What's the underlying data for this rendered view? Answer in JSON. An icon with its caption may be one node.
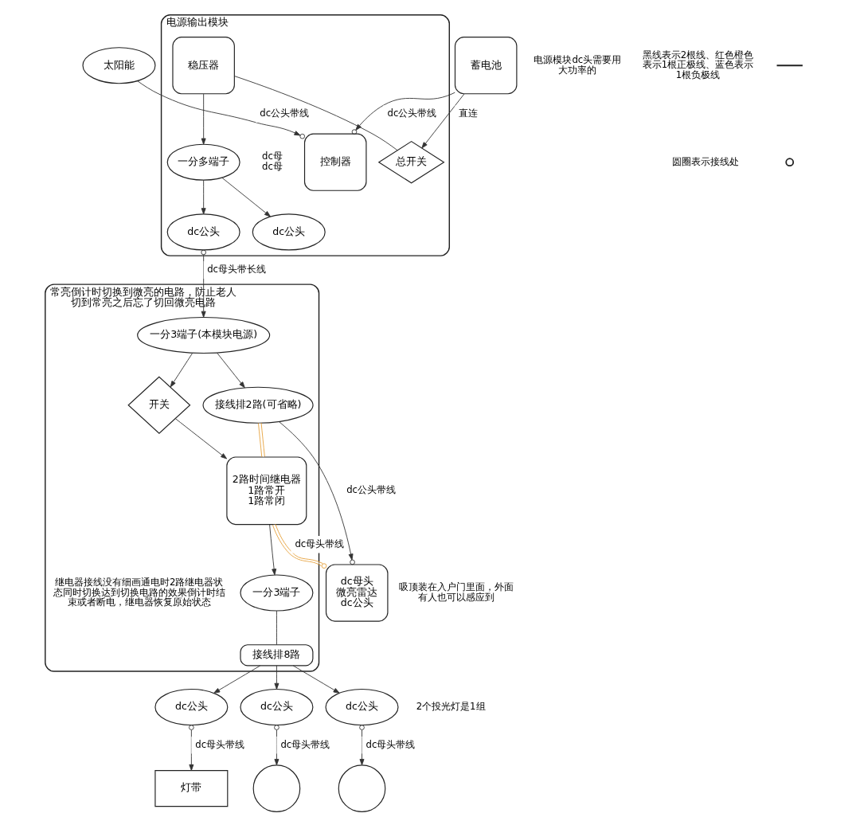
{
  "diagram": {
    "nodes": [
      {
        "text": [
          "太阳能"
        ]
      },
      {
        "text": [
          "电源输出模块"
        ]
      },
      {
        "text": [
          "控制器"
        ],
        "in": 1,
        "beside": [
          "dc母",
          "dc母"
        ]
      },
      {
        "text": [
          "稳压器"
        ],
        "in": 1
      },
      {
        "text": [
          "一分多端子"
        ],
        "in": 1
      },
      {
        "text": [
          "总开关"
        ],
        "in": 1
      },
      {
        "text": [
          "dc公头"
        ],
        "in": 1
      },
      {
        "text": [
          "dc公头"
        ],
        "in": 1
      },
      {
        "text": [
          "蓄电池"
        ]
      },
      {
        "text": [
          "常亮倒计时切换到微亮的电路，防止老人切到常亮之后忘了切回微亮电路",
          "继电器接线没有细画通电时2路继电器状态同时切换达到切换电路的效果倒计时结束或者断电，继电器恢复原始状态"
        ]
      },
      {
        "text": [
          "一分3端子(本模块电源)"
        ],
        "in": 9
      },
      {
        "text": [
          "接线排2路(可省略)"
        ],
        "in": 9
      },
      {
        "text": [
          "开关"
        ],
        "in": 9
      },
      {
        "text": [
          "2路时间继电器",
          "1路常开",
          "1路常闭"
        ],
        "in": 9
      },
      {
        "text": [
          "一分3端子"
        ],
        "in": 9
      },
      {
        "text": [
          "接线排8路"
        ],
        "in": 9
      },
      {
        "text": [
          "dc母头",
          "微亮雷达",
          "dc公头"
        ],
        "beside": [
          "吸顶装在入户门里面，外面有人也可以感应到"
        ]
      },
      {
        "text": [
          "dc公头"
        ]
      },
      {
        "text": [
          "dc公头"
        ]
      },
      {
        "text": [
          "dc公头"
        ]
      },
      {
        "text": [
          "灯带"
        ]
      },
      {
        "text": [],
        "shape": "circle"
      },
      {
        "text": [],
        "shape": "circle"
      }
    ],
    "edges": [
      {
        "from": 0,
        "to": 2,
        "arrow": "to",
        "label": "dc公头带线"
      },
      {
        "from": 3,
        "to": 4,
        "arrow": "to"
      },
      {
        "from": 4,
        "to": 6,
        "arrow": "to"
      },
      {
        "from": 4,
        "to": 7,
        "arrow": "to"
      },
      {
        "from": 8,
        "to": 2,
        "arrow": "to",
        "label": "dc公头带线"
      },
      {
        "from": 8,
        "to": 5,
        "arrow": "to",
        "label": "直连"
      },
      {
        "from": 5,
        "to": 3,
        "arrow": "none"
      },
      {
        "from": 6,
        "to": 10,
        "arrow": "to",
        "label": "dc母头带长线"
      },
      {
        "from": 10,
        "to": 11,
        "arrow": "to"
      },
      {
        "from": 10,
        "to": 12,
        "arrow": "to"
      },
      {
        "from": 12,
        "to": 13,
        "arrow": "to"
      },
      {
        "from": 11,
        "to": 13,
        "arrow": "none",
        "color": "#e6a23c"
      },
      {
        "from": 11,
        "to": 16,
        "arrow": "to",
        "label": "dc公头带线"
      },
      {
        "from": 13,
        "to": 16,
        "arrow": "other",
        "label": "dc母头带线",
        "color": "#e6a23c"
      },
      {
        "from": 13,
        "to": 14,
        "arrow": "to"
      },
      {
        "from": 14,
        "to": 15,
        "arrow": "none"
      },
      {
        "from": 15,
        "to": 17,
        "arrow": "to"
      },
      {
        "from": 15,
        "to": 18,
        "arrow": "to"
      },
      {
        "from": 15,
        "to": 19,
        "arrow": "to"
      },
      {
        "from": 17,
        "to": 20,
        "arrow": "to",
        "label": "dc母头带线"
      },
      {
        "from": 18,
        "to": 21,
        "arrow": "to",
        "label": "dc母头带线"
      },
      {
        "from": 19,
        "to": 22,
        "arrow": "to",
        "label": "dc母头带线"
      }
    ],
    "labels": [
      "电源模块dc头需要用大功率的",
      "2个投光灯是1组"
    ],
    "legend": [
      {
        "text": "黑线表示2根线、红色橙色表示1根正极线、蓝色表示1根负极线"
      },
      {
        "text": "圆圈表示接线处"
      }
    ]
  }
}
